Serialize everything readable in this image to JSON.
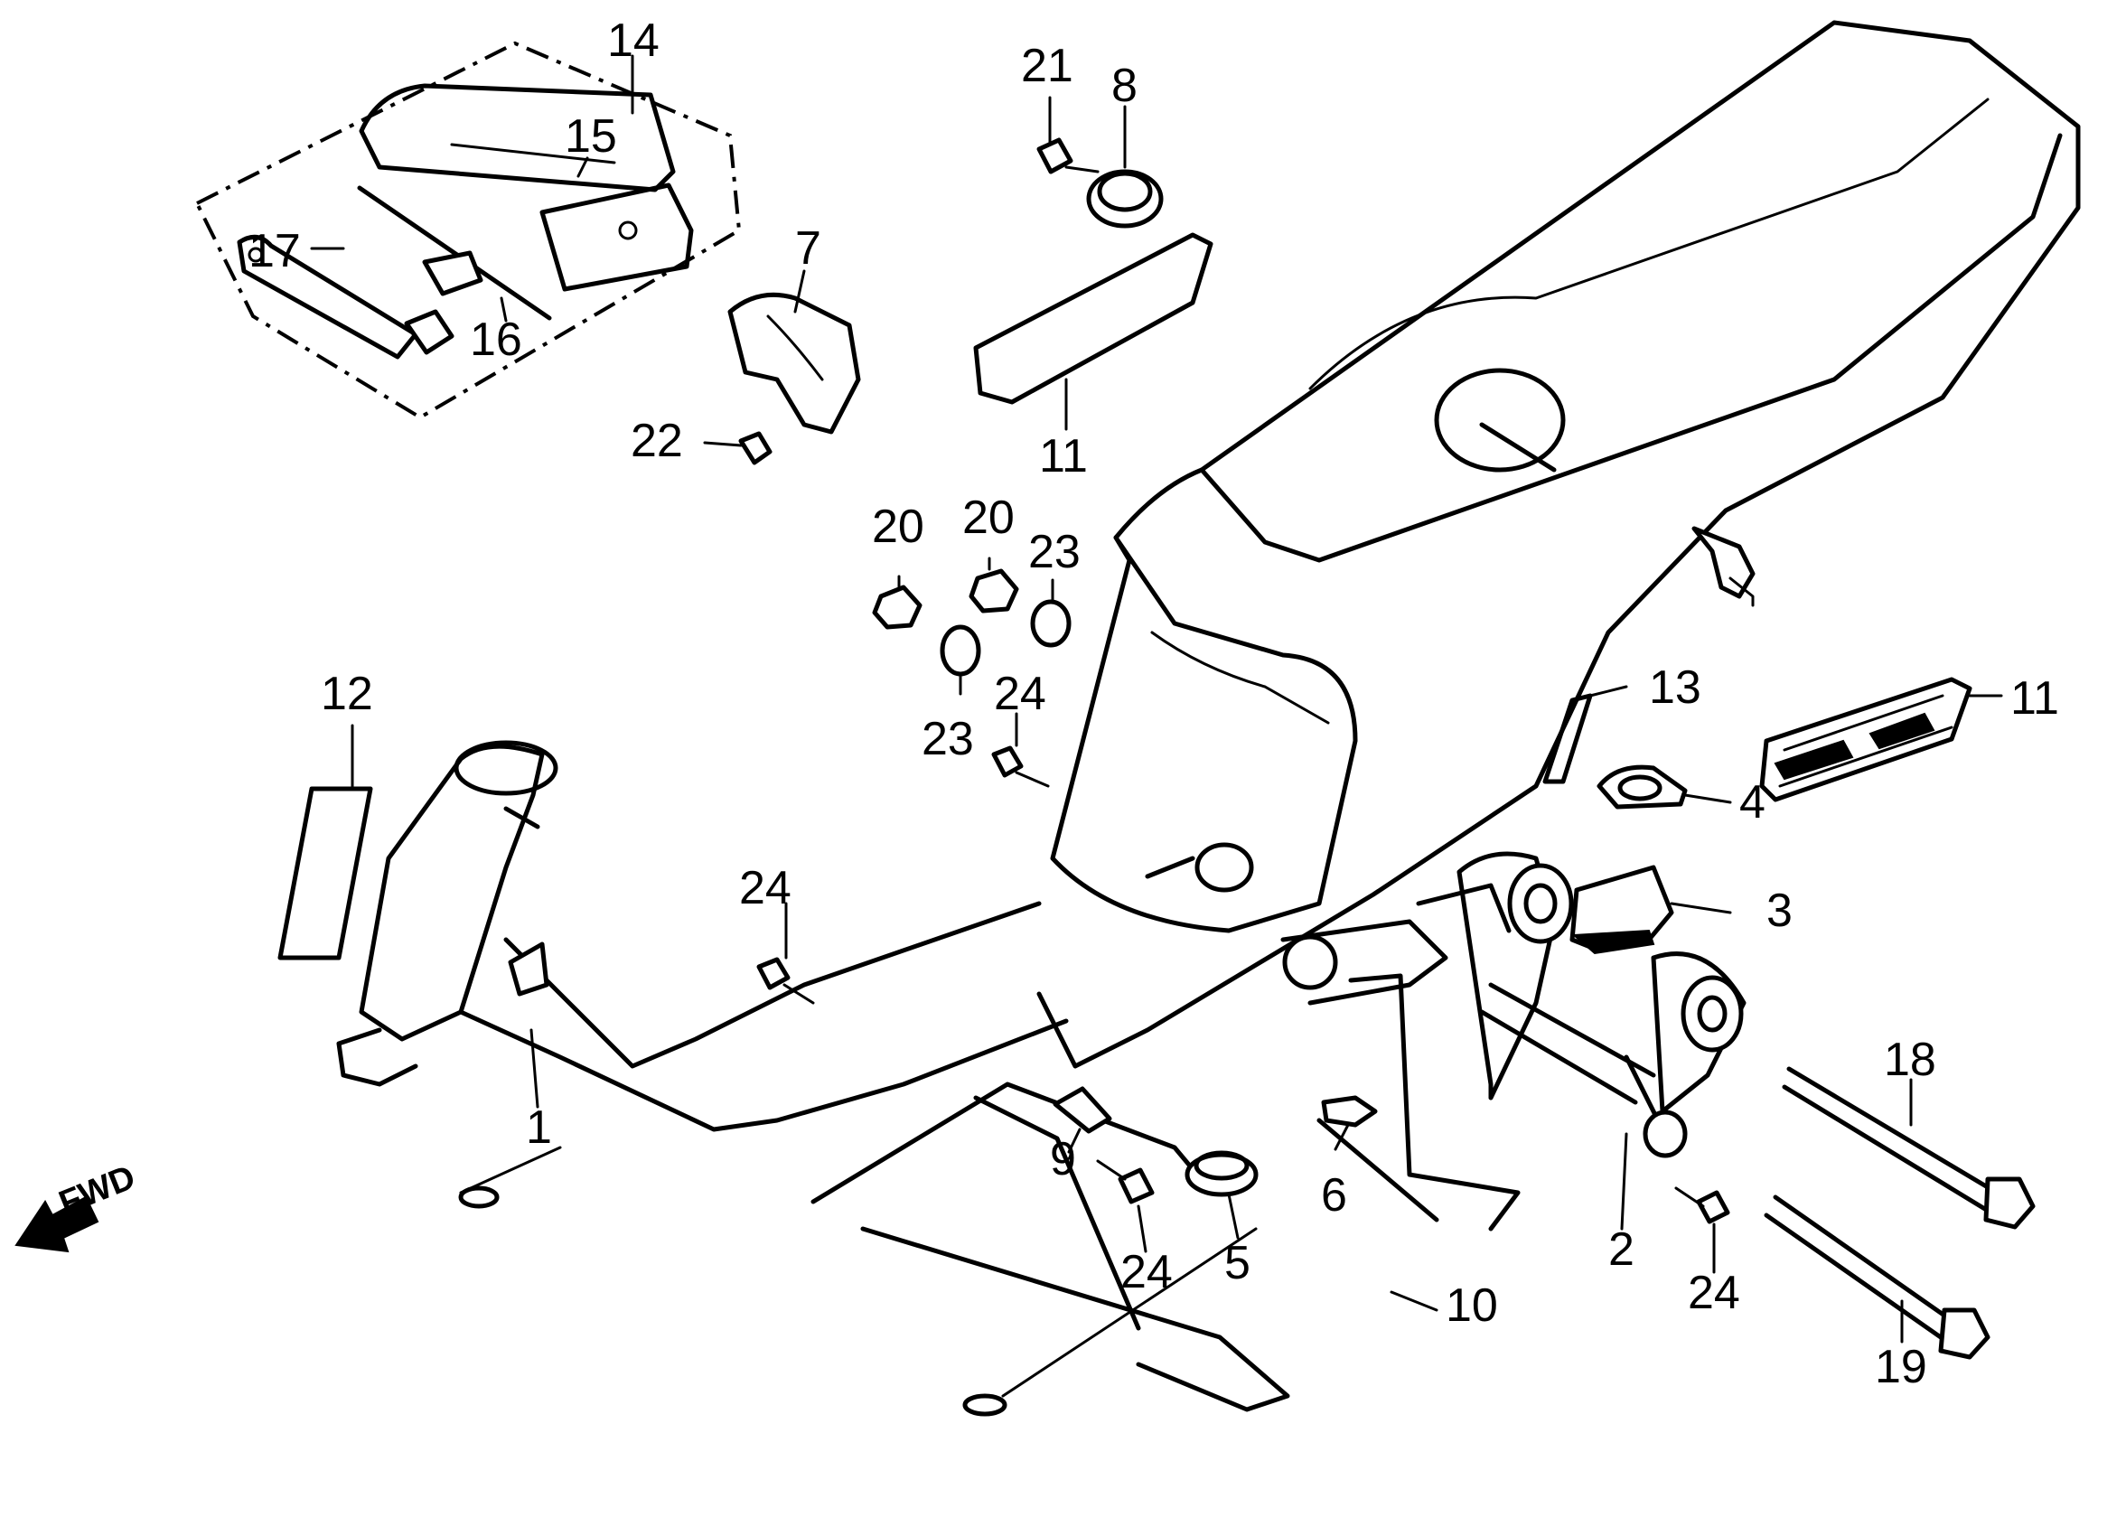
{
  "diagram": {
    "direction_label": "FWD",
    "callouts": [
      {
        "id": "c14",
        "text": "14"
      },
      {
        "id": "c15",
        "text": "15"
      },
      {
        "id": "c16",
        "text": "16"
      },
      {
        "id": "c17",
        "text": "17"
      },
      {
        "id": "c21",
        "text": "21"
      },
      {
        "id": "c8",
        "text": "8"
      },
      {
        "id": "c7",
        "text": "7"
      },
      {
        "id": "c22",
        "text": "22"
      },
      {
        "id": "c11a",
        "text": "11"
      },
      {
        "id": "c20a",
        "text": "20"
      },
      {
        "id": "c20b",
        "text": "20"
      },
      {
        "id": "c23a",
        "text": "23"
      },
      {
        "id": "c23b",
        "text": "23"
      },
      {
        "id": "c24a",
        "text": "24"
      },
      {
        "id": "c12",
        "text": "12"
      },
      {
        "id": "c13",
        "text": "13"
      },
      {
        "id": "c11b",
        "text": "11"
      },
      {
        "id": "c4",
        "text": "4"
      },
      {
        "id": "c24b",
        "text": "24"
      },
      {
        "id": "c3",
        "text": "3"
      },
      {
        "id": "c1",
        "text": "1"
      },
      {
        "id": "c18",
        "text": "18"
      },
      {
        "id": "c9",
        "text": "9"
      },
      {
        "id": "c6",
        "text": "6"
      },
      {
        "id": "c24c",
        "text": "24"
      },
      {
        "id": "c5",
        "text": "5"
      },
      {
        "id": "c2",
        "text": "2"
      },
      {
        "id": "c24d",
        "text": "24"
      },
      {
        "id": "c10",
        "text": "10"
      },
      {
        "id": "c19",
        "text": "19"
      }
    ]
  }
}
